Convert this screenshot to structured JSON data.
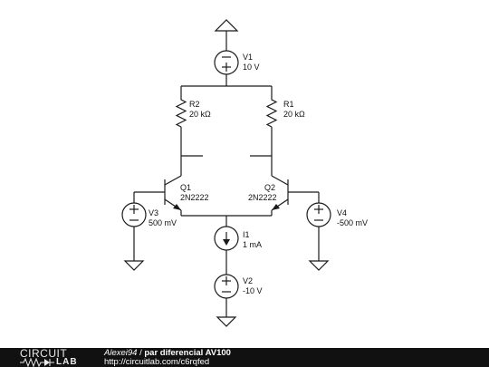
{
  "components": {
    "v1": {
      "name": "V1",
      "value": "10 V"
    },
    "r2": {
      "name": "R2",
      "value": "20 kΩ"
    },
    "r1": {
      "name": "R1",
      "value": "20 kΩ"
    },
    "q1": {
      "name": "Q1",
      "model": "2N2222"
    },
    "q2": {
      "name": "Q2",
      "model": "2N2222"
    },
    "v3": {
      "name": "V3",
      "value": "500 mV"
    },
    "v4": {
      "name": "V4",
      "value": "-500 mV"
    },
    "i1": {
      "name": "I1",
      "value": "1 mA"
    },
    "v2": {
      "name": "V2",
      "value": "-10 V"
    }
  },
  "footer": {
    "logo_top": "CIRCUIT",
    "logo_bottom": "LAB",
    "author": "Alexei94",
    "separator": " / ",
    "title": "par diferencial AV100",
    "url": "http://circuitlab.com/c6rqfed"
  },
  "colors": {
    "wire": "#1a1a1a",
    "footer_bg": "#111111",
    "footer_text": "#ffffff"
  }
}
